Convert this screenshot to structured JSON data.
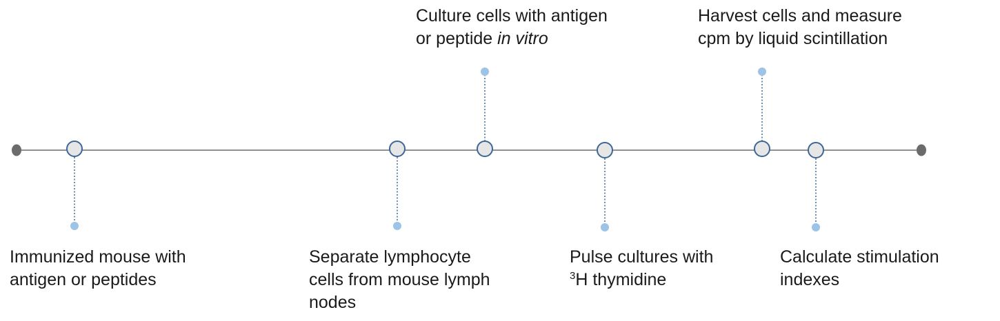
{
  "colors": {
    "axis_line": "#6b6b6b",
    "axis_end_dot": "#6b6b6b",
    "milestone_fill": "#e6e6e6",
    "milestone_stroke": "#3d6694",
    "connector": "#3d6694",
    "connector_end_dot": "#9dc3e6",
    "text": "#1a1a1a"
  },
  "steps": [
    {
      "id": "immunize",
      "position": "below",
      "lines": [
        "Immunized mouse with",
        "antigen or peptides"
      ]
    },
    {
      "id": "separate",
      "position": "below",
      "lines": [
        "Separate lymphocyte",
        "cells from mouse lymph",
        "nodes"
      ]
    },
    {
      "id": "culture",
      "position": "above",
      "line1": "Culture cells with antigen",
      "line2_prefix": "or peptide ",
      "line2_italic": "in vitro"
    },
    {
      "id": "pulse",
      "position": "below",
      "line1": "Pulse cultures with",
      "line2_sup": "3",
      "line2_rest": "H thymidine"
    },
    {
      "id": "harvest",
      "position": "above",
      "lines": [
        "Harvest cells and measure",
        "cpm by liquid scintillation"
      ]
    },
    {
      "id": "calculate",
      "position": "below",
      "lines": [
        "Calculate stimulation",
        "indexes"
      ]
    }
  ]
}
